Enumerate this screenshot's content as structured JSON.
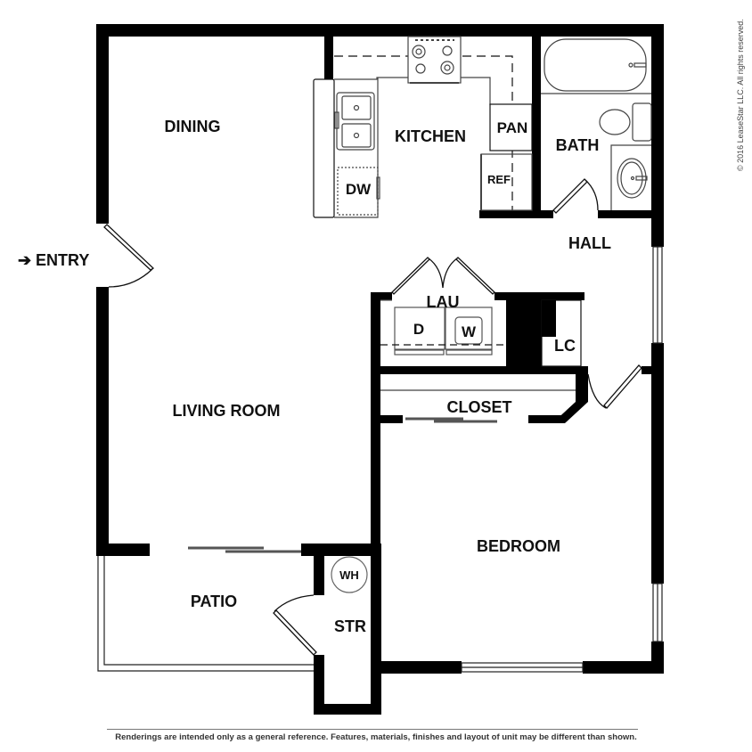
{
  "floorplan": {
    "rooms": {
      "dining": "DINING",
      "kitchen": "KITCHEN",
      "bath": "BATH",
      "hall": "HALL",
      "laundry": "LAU",
      "linen_closet": "LC",
      "closet": "CLOSET",
      "living_room": "LIVING ROOM",
      "bedroom": "BEDROOM",
      "patio": "PATIO",
      "storage": "STR"
    },
    "fixtures": {
      "pantry": "PAN",
      "refrigerator": "REF",
      "dishwasher": "DW",
      "dryer": "D",
      "washer": "W",
      "water_heater": "WH"
    },
    "entry_label": "ENTRY",
    "entry_arrow": "➔"
  },
  "footer": {
    "disclaimer": "Renderings are intended only as a general reference. Features, materials, finishes and layout of unit may be different than shown."
  },
  "copyright": "© 2016 LeaseStar LLC. All rights reserved.",
  "colors": {
    "wall": "#000000",
    "fixture_line": "#555555",
    "background": "#ffffff"
  }
}
